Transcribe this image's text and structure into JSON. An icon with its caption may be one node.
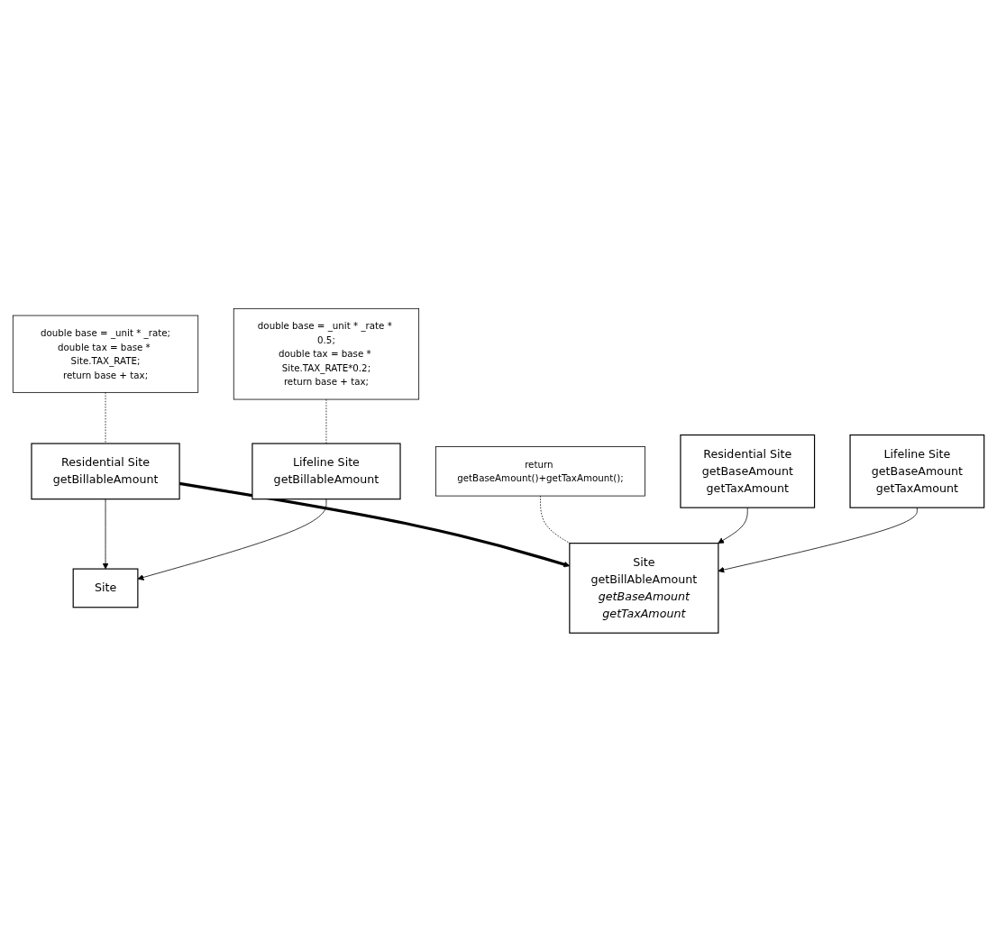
{
  "diagram": {
    "nodes": [
      {
        "text": [
          "Site"
        ]
      },
      {
        "text": [
          "Residential Site",
          "getBillableAmount"
        ]
      },
      {
        "text": [
          "Lifeline Site",
          "getBillableAmount"
        ]
      },
      {
        "text": [
          "double base = _unit * _rate * 0.5;",
          "double tax = base * Site.TAX_RATE*0.2;",
          "return base + tax;"
        ]
      },
      {
        "text": [
          "double base = _unit * _rate;",
          "double tax = base * Site.TAX_RATE;",
          "return base + tax;"
        ]
      },
      {
        "text": [
          "Site",
          "getBillAbleAmount",
          "getBaseAmount",
          "getTaxAmount"
        ]
      },
      {
        "text": [
          "return getBaseAmount()+getTaxAmount();"
        ]
      },
      {
        "text": [
          "Residential Site",
          "getBaseAmount",
          "getTaxAmount"
        ]
      },
      {
        "text": [
          "Lifeline Site",
          "getBaseAmount",
          "getTaxAmount"
        ]
      }
    ],
    "edges": [
      {
        "from": 1,
        "to": 0,
        "arrow": "to"
      },
      {
        "from": 2,
        "to": 0,
        "arrow": "to"
      },
      {
        "from": 3,
        "to": 2,
        "arrow": "none",
        "style": "dashed"
      },
      {
        "from": 4,
        "to": 1,
        "arrow": "none",
        "style": "dashed"
      },
      {
        "from": 1,
        "to": 5,
        "arrow": "to",
        "style": "thick"
      },
      {
        "from": 6,
        "to": 5,
        "arrow": "none",
        "style": "dashed"
      },
      {
        "from": 7,
        "to": 5,
        "arrow": "to"
      },
      {
        "from": 8,
        "to": 5,
        "arrow": "to"
      }
    ]
  }
}
